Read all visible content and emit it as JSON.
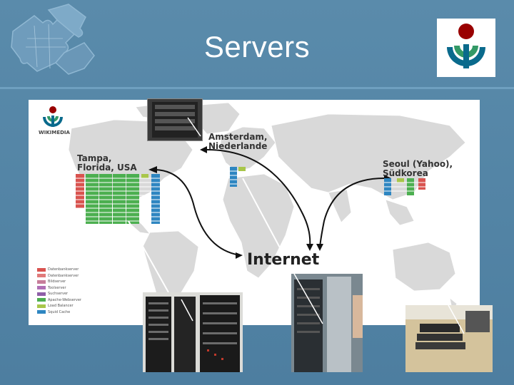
{
  "slide": {
    "title": "Servers"
  },
  "map": {
    "brand": "WIKIMEDIA",
    "locations": {
      "tampa": [
        "Tampa,",
        "Florida, USA"
      ],
      "amsterdam": [
        "Amsterdam,",
        "Niederlande"
      ],
      "seoul": [
        "Seoul (Yahoo),",
        "Südkorea"
      ]
    },
    "hub": "Internet",
    "legend": [
      {
        "label": "Datenbankserver",
        "color": "#d9534f"
      },
      {
        "label": "Datenbankserver",
        "color": "#e07a7a"
      },
      {
        "label": "Bildserver",
        "color": "#c77d9a"
      },
      {
        "label": "Toolserver",
        "color": "#b06fb5"
      },
      {
        "label": "Suchserver",
        "color": "#8e5fa8"
      },
      {
        "label": "Apache-Webserver",
        "color": "#4caf50"
      },
      {
        "label": "Load Balancer",
        "color": "#a8c64a"
      },
      {
        "label": "Squid Cache",
        "color": "#2e86c1"
      }
    ]
  },
  "colors": {
    "background": "#5a8bab",
    "rack_green": "#4caf50",
    "rack_blue": "#2e86c1",
    "rack_red": "#d9534f"
  }
}
